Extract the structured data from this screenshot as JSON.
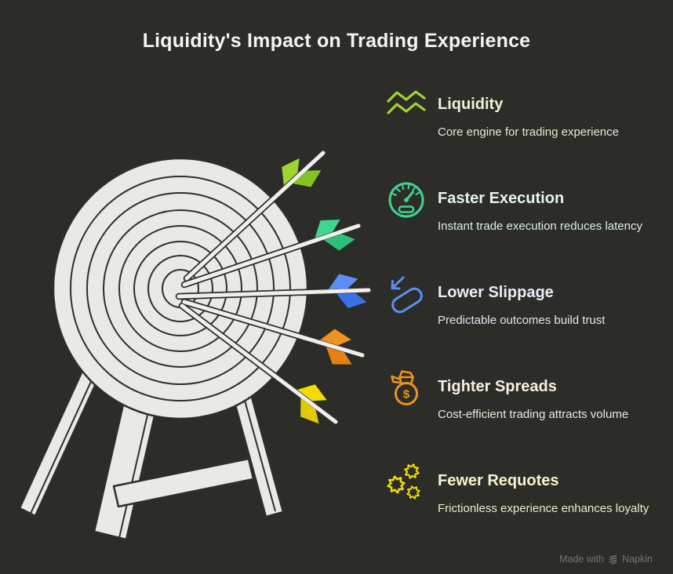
{
  "title": "Liquidity's Impact on Trading Experience",
  "items": [
    {
      "title": "Liquidity",
      "subtitle": "Core engine for trading experience",
      "icon": "waves-icon",
      "color": "#9ed42e",
      "color_dark": "#84c422",
      "tint": "#eef3d8"
    },
    {
      "title": "Faster Execution",
      "subtitle": "Instant trade execution reduces latency",
      "icon": "speedometer-icon",
      "color": "#3fd68f",
      "color_dark": "#2bbf7b",
      "tint": "#e4f6ec"
    },
    {
      "title": "Lower Slippage",
      "subtitle": "Predictable outcomes build trust",
      "icon": "slippage-arrow-icon",
      "color": "#5b8ff2",
      "color_dark": "#3a70e8",
      "tint": "#e9edf8"
    },
    {
      "title": "Tighter Spreads",
      "subtitle": "Cost-efficient trading attracts volume",
      "icon": "money-bag-icon",
      "color": "#f0921e",
      "color_dark": "#e67f16",
      "tint": "#f9efe0"
    },
    {
      "title": "Fewer Requotes",
      "subtitle": "Frictionless experience enhances loyalty",
      "icon": "gears-icon",
      "color": "#f2dc00",
      "color_dark": "#e0ca00",
      "tint": "#f8f3d0"
    }
  ],
  "illustration": {
    "name": "dartboard-with-five-arrows",
    "board_color": "#e9e9e7",
    "outline_color": "#2e2e2b",
    "shaft_color": "#efefed",
    "arrow_count": 5
  },
  "footer": {
    "text": "Made with",
    "brand": "Napkin"
  },
  "colors": {
    "background": "#2c2c29",
    "title_text": "#f4f4f2",
    "footer_text": "#74746f"
  }
}
